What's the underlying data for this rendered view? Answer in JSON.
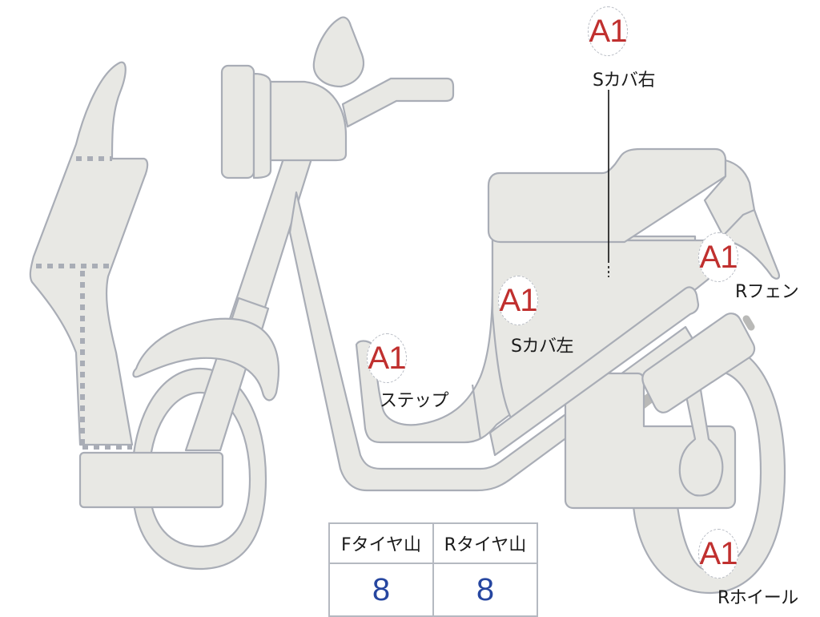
{
  "diagram": {
    "subject": "scooter-side-view",
    "colors": {
      "part_fill": "#e8e8e4",
      "part_stroke": "#a9adb6",
      "grade_text": "#c0302f",
      "value_text": "#2646a0",
      "label_text": "#1a1a1a"
    }
  },
  "callouts": [
    {
      "id": "s-cover-right",
      "grade": "A1",
      "label": "Sカバ右"
    },
    {
      "id": "r-fender",
      "grade": "A1",
      "label": "Rフェン"
    },
    {
      "id": "s-cover-left",
      "grade": "A1",
      "label": "Sカバ左"
    },
    {
      "id": "step",
      "grade": "A1",
      "label": "ステップ"
    },
    {
      "id": "r-wheel",
      "grade": "A1",
      "label": "Rホイール"
    }
  ],
  "tire_table": {
    "headers": [
      "Fタイヤ山",
      "Rタイヤ山"
    ],
    "values": [
      "8",
      "8"
    ]
  }
}
